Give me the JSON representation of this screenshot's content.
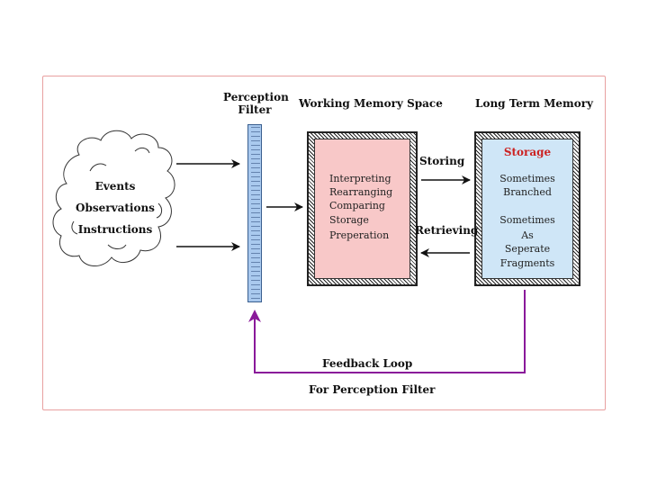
{
  "labels": {
    "perception_filter": [
      "Perception",
      "Filter"
    ],
    "working_memory_space": "Working Memory Space",
    "long_term_memory": "Long Term Memory",
    "storing": "Storing",
    "retrieving": "Retrieving",
    "feedback_loop": "Feedback Loop",
    "for_perception_filter": "For Perception Filter"
  },
  "cloud": {
    "items": [
      "Events",
      "Observations",
      "Instructions"
    ]
  },
  "working_memory": {
    "items": [
      "Interpreting",
      "Rearranging",
      "Comparing",
      "Storage",
      "Preperation"
    ]
  },
  "long_term": {
    "title": "Storage",
    "branched": [
      "Sometimes",
      "Branched"
    ],
    "fragments": [
      "Sometimes",
      "As",
      "Seperate",
      "Fragments"
    ]
  },
  "colors": {
    "frame_border": "#e8a0a0",
    "filter_fill": "#a9c9ee",
    "working_memory_fill": "#f8c8c8",
    "long_term_fill": "#cfe6f7",
    "storage_title": "#cc2222",
    "feedback_loop": "#8a1a9a"
  },
  "icons": [
    "cloud-icon",
    "arrow-right-icon",
    "arrow-left-icon",
    "arrow-up-icon"
  ]
}
